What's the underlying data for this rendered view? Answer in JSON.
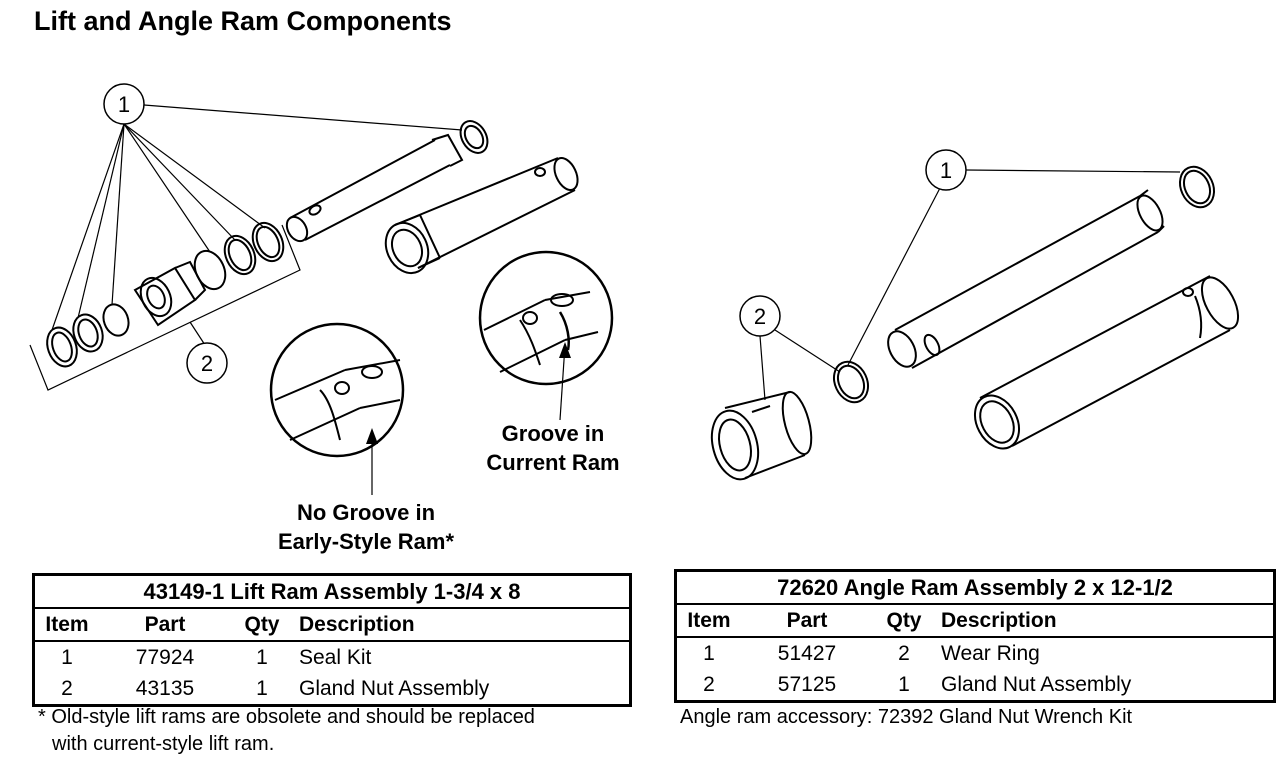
{
  "page": {
    "title": "Lift and Angle Ram Components"
  },
  "callouts": {
    "lift_item1": "1",
    "lift_item2": "2",
    "angle_item1": "1",
    "angle_item2": "2",
    "no_groove_line1": "No Groove in",
    "no_groove_line2": "Early-Style Ram*",
    "groove_line1": "Groove in",
    "groove_line2": "Current Ram"
  },
  "lift_table": {
    "caption": "43149-1  Lift Ram Assembly 1-3/4 x 8",
    "headers": [
      "Item",
      "Part",
      "Qty",
      "Description"
    ],
    "rows": [
      [
        "1",
        "77924",
        "1",
        "Seal Kit"
      ],
      [
        "2",
        "43135",
        "1",
        "Gland Nut Assembly"
      ]
    ],
    "note_line1": "* Old-style lift rams are obsolete and should be replaced",
    "note_line2": "with current-style lift ram."
  },
  "angle_table": {
    "caption": "72620  Angle Ram Assembly 2 x 12-1/2",
    "headers": [
      "Item",
      "Part",
      "Qty",
      "Description"
    ],
    "rows": [
      [
        "1",
        "51427",
        "2",
        "Wear Ring"
      ],
      [
        "2",
        "57125",
        "1",
        "Gland Nut Assembly"
      ]
    ],
    "note": "Angle ram accessory: 72392 Gland Nut Wrench Kit"
  }
}
